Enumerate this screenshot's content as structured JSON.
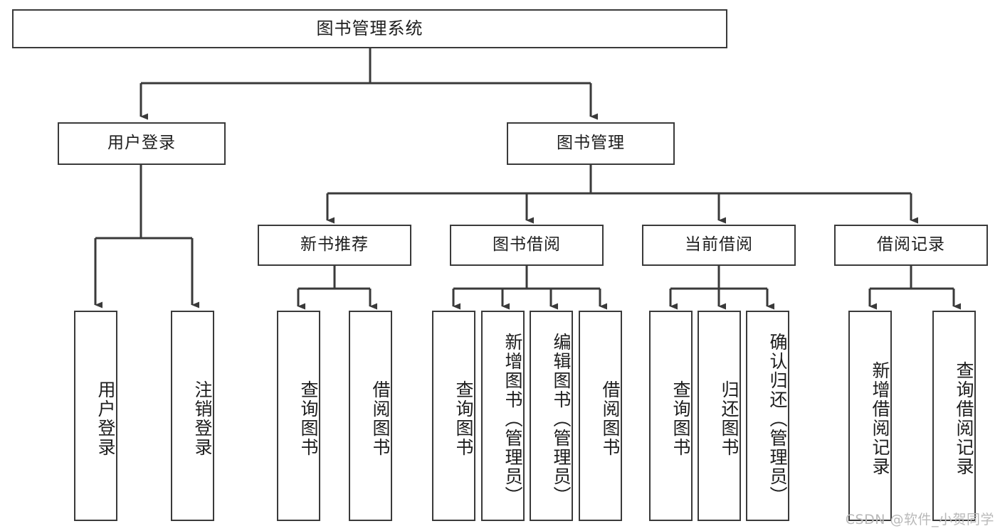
{
  "diagram": {
    "type": "tree",
    "title": "图书管理系统",
    "watermark": "CSDN @软件_小贺同学",
    "colors": {
      "stroke": "#3a3a3a",
      "fill": "#ffffff",
      "text": "#1d1d1d",
      "watermark": "#b9b9b9"
    },
    "nodes": {
      "root": {
        "label": "图书管理系统",
        "orientation": "horizontal"
      },
      "l2": [
        {
          "id": "user-login",
          "label": "用户登录",
          "orientation": "horizontal"
        },
        {
          "id": "book-manage",
          "label": "图书管理",
          "orientation": "horizontal"
        }
      ],
      "l3": [
        {
          "id": "new-book-recommend",
          "label": "新书推荐",
          "orientation": "horizontal"
        },
        {
          "id": "book-borrow",
          "label": "图书借阅",
          "orientation": "horizontal"
        },
        {
          "id": "current-borrow",
          "label": "当前借阅",
          "orientation": "horizontal"
        },
        {
          "id": "borrow-record",
          "label": "借阅记录",
          "orientation": "horizontal"
        }
      ],
      "leaves": [
        {
          "id": "leaf-user-login",
          "parent": "user-login",
          "label": "用户登录",
          "orientation": "vertical"
        },
        {
          "id": "leaf-user-logout",
          "parent": "user-login",
          "label": "注销登录",
          "orientation": "vertical"
        },
        {
          "id": "leaf-query-book-1",
          "parent": "new-book-recommend",
          "label": "查询图书",
          "orientation": "vertical"
        },
        {
          "id": "leaf-borrow-book-1",
          "parent": "new-book-recommend",
          "label": "借阅图书",
          "orientation": "vertical"
        },
        {
          "id": "leaf-query-book-2",
          "parent": "book-borrow",
          "label": "查询图书",
          "orientation": "vertical"
        },
        {
          "id": "leaf-add-book",
          "parent": "book-borrow",
          "label": "新增图书（管理员）",
          "orientation": "vertical"
        },
        {
          "id": "leaf-edit-book",
          "parent": "book-borrow",
          "label": "编辑图书（管理员）",
          "orientation": "vertical"
        },
        {
          "id": "leaf-borrow-book-2",
          "parent": "book-borrow",
          "label": "借阅图书",
          "orientation": "vertical"
        },
        {
          "id": "leaf-query-book-3",
          "parent": "current-borrow",
          "label": "查询图书",
          "orientation": "vertical"
        },
        {
          "id": "leaf-return-book",
          "parent": "current-borrow",
          "label": "归还图书",
          "orientation": "vertical"
        },
        {
          "id": "leaf-confirm-return",
          "parent": "current-borrow",
          "label": "确认归还（管理员）",
          "orientation": "vertical"
        },
        {
          "id": "leaf-add-record",
          "parent": "borrow-record",
          "label": "新增借阅记录",
          "orientation": "vertical"
        },
        {
          "id": "leaf-query-record",
          "parent": "borrow-record",
          "label": "查询借阅记录",
          "orientation": "vertical"
        }
      ]
    }
  }
}
